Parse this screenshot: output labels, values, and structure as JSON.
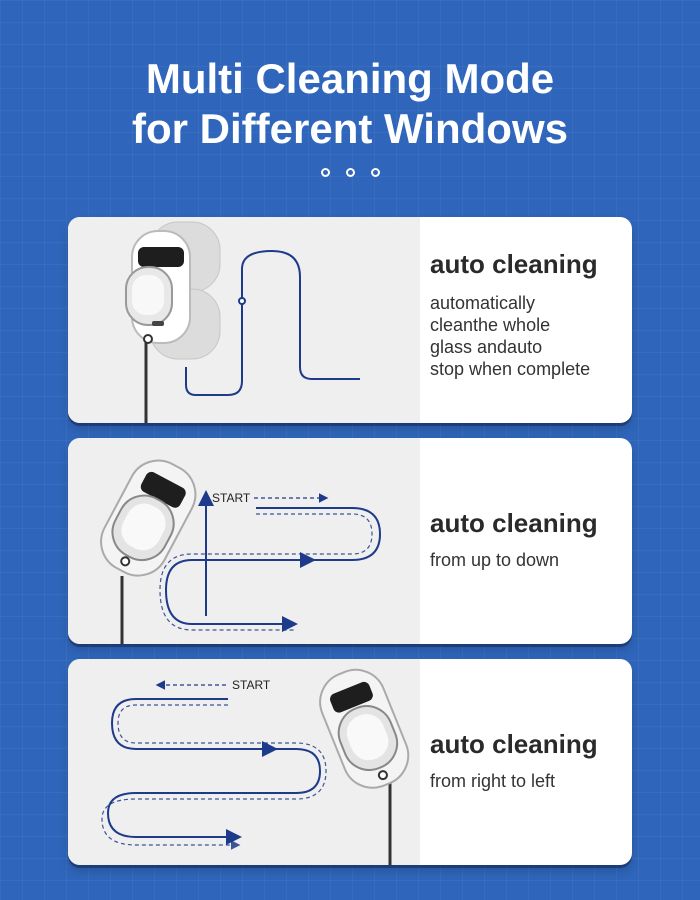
{
  "header": {
    "title_line1": "Multi Cleaning Mode",
    "title_line2": "for Different Windows"
  },
  "colors": {
    "background": "#2f66bb",
    "path": "#1e3a8a",
    "card_art": "#efefef",
    "card_text_bg": "#ffffff"
  },
  "cards": [
    {
      "heading": "auto cleaning",
      "desc_lines": [
        "automatically",
        "cleanthe whole",
        "glass andauto",
        "stop when complete"
      ]
    },
    {
      "heading": "auto cleaning",
      "start_label": "START",
      "desc_lines": [
        "from up to down"
      ]
    },
    {
      "heading": "auto cleaning",
      "start_label": "START",
      "desc_lines": [
        "from right to left"
      ]
    }
  ]
}
